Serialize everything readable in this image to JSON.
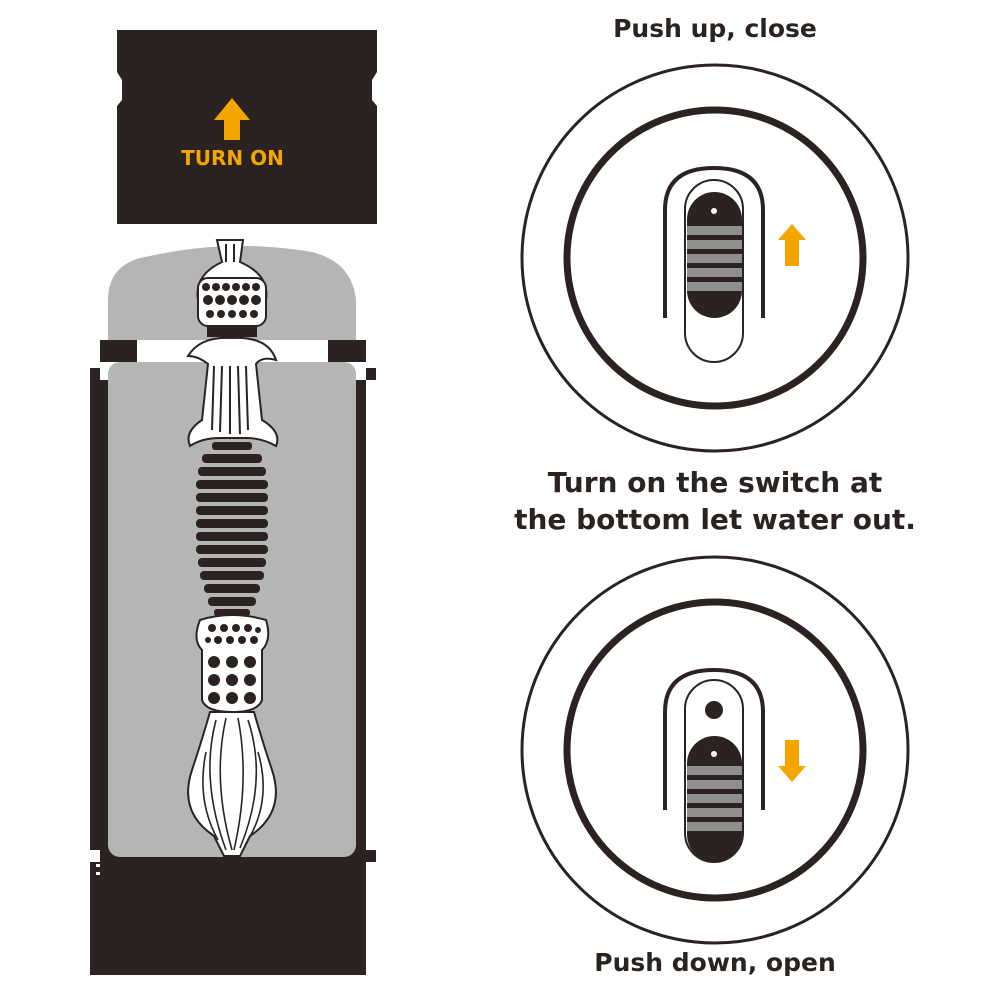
{
  "labels": {
    "turn_on": "TURN ON",
    "top_caption": "Push up, close",
    "middle_caption_line1": "Turn on the switch at",
    "middle_caption_line2": "the bottom let water out.",
    "bottom_caption": "Push down, open"
  },
  "colors": {
    "casing": "#2b2321",
    "sleeve": "#b5b5b5",
    "accent": "#f5a500",
    "white": "#ffffff",
    "switch_stripe": "#8f8f8f"
  },
  "icons": {
    "turn_on_arrow": "arrow-up-icon",
    "close_arrow": "arrow-up-icon",
    "open_arrow": "arrow-down-icon"
  }
}
